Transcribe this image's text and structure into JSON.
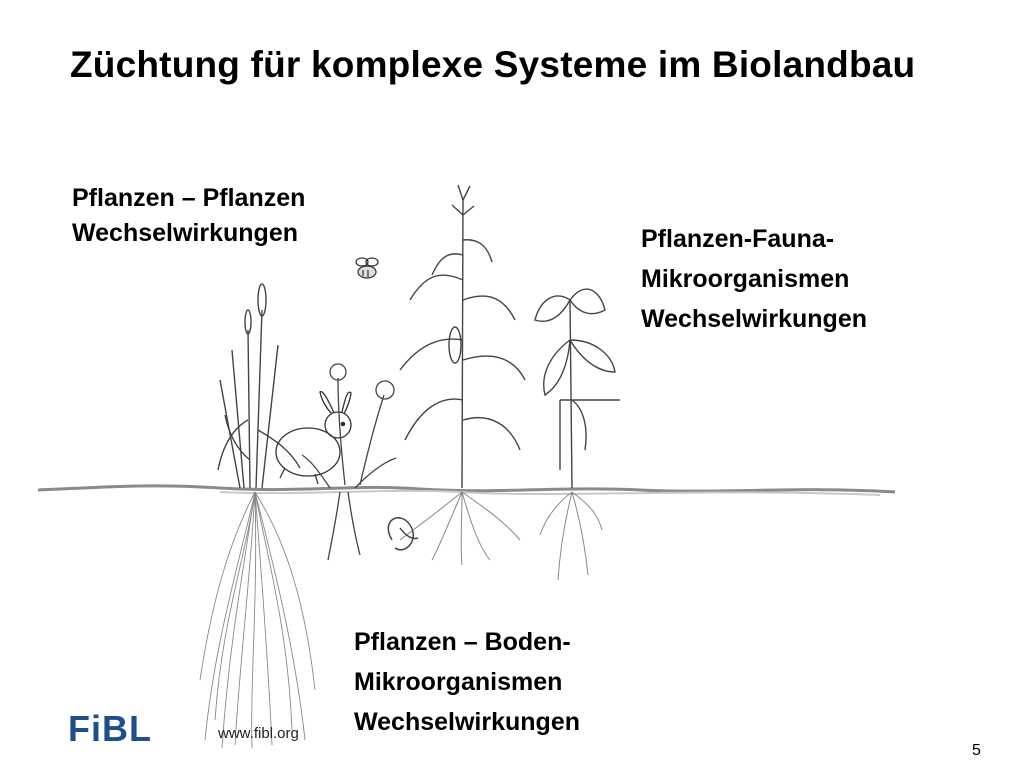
{
  "slide": {
    "title": "Züchtung für komplexe Systeme im Biolandbau",
    "labels": {
      "plant_plant": "Pflanzen – Pflanzen\nWechselwirkungen",
      "plant_fauna": "Pflanzen-Fauna-\nMikroorganismen\nWechselwirkungen",
      "plant_soil": "Pflanzen – Boden-\nMikroorganismen\nWechselwirkungen"
    },
    "logo": "FiBL",
    "url": "www.fibl.org",
    "page_number": "5"
  },
  "illustration": {
    "elements": [
      "wheat-plant",
      "rabbit",
      "dandelion",
      "bee",
      "maize-plant",
      "bean-plant",
      "soil-organism",
      "ground-line"
    ]
  },
  "colors": {
    "logo": "#1f4e8c",
    "ink": "#444444",
    "ground": "#8a8a8a"
  }
}
